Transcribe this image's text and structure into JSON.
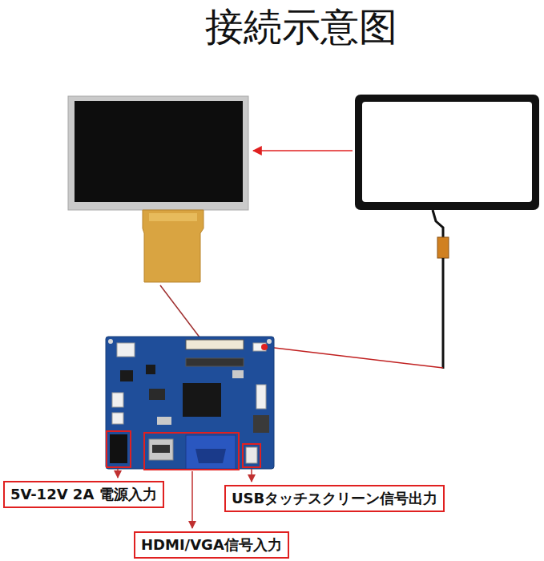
{
  "diagram": {
    "title": "接続示意图",
    "nodes": [
      {
        "text": [
          "5V-12V 2A 電源入力"
        ]
      },
      {
        "text": [
          "USBタッチスクリーン信号出力"
        ]
      },
      {
        "text": [
          "HDMI/VGA信号入力"
        ]
      }
    ]
  }
}
